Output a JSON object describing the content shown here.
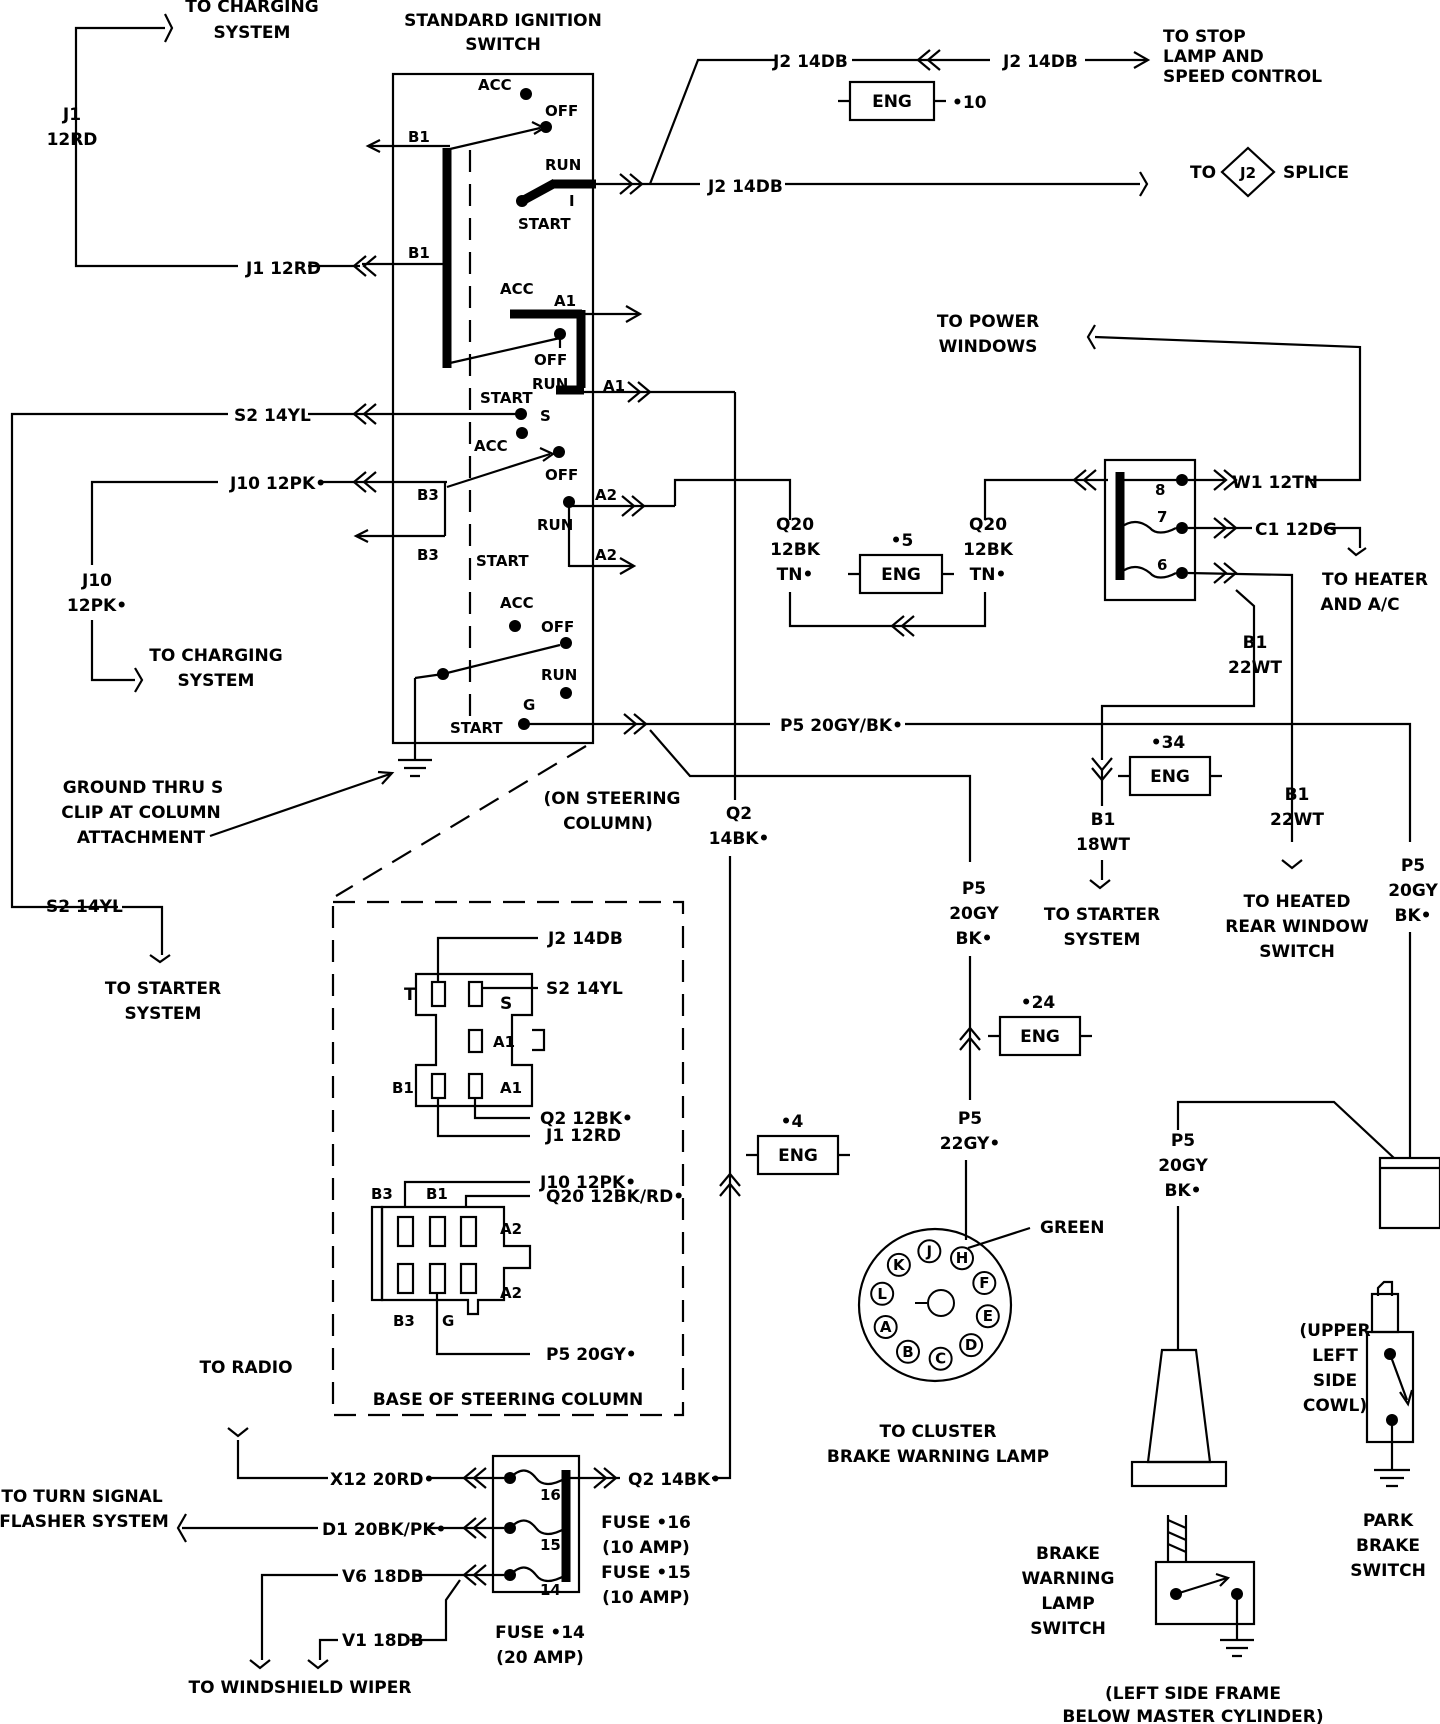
{
  "title": "STANDARD IGNITION SWITCH",
  "switch_labels": {
    "acc": "ACC",
    "off": "OFF",
    "run": "RUN",
    "start": "START",
    "i": "I",
    "b1": "B1",
    "b3": "B3",
    "a1": "A1",
    "a2": "A2",
    "s": "S",
    "g": "G"
  },
  "charging_top": "TO CHARGING\nSYSTEM",
  "charging_left": "TO CHARGING\nSYSTEM",
  "j1_vertical": "J1\n12RD",
  "j1_wire": "J1 12RD",
  "s2_wire": "S2 14YL",
  "j10_wire": "J10 12PK•",
  "j10_vertical": "J10\n12PK•",
  "stop_lamp": "TO STOP\nLAMP AND\nSPEED CONTROL",
  "j2_wire_a": "J2 14DB",
  "j2_wire_b": "J2 14DB",
  "j2_wire_c": "J2 14DB",
  "eng": "ENG",
  "eng10": "•10",
  "splice_to": "TO",
  "splice_id": "J2",
  "splice_word": "SPLICE",
  "power_windows": "TO POWER\nWINDOWS",
  "q20_left": "Q20\n12BK\nTN•",
  "q20_right": "Q20\n12BK\nTN•",
  "eng5": "•5",
  "relay": {
    "pin8": "8",
    "pin7": "7",
    "pin6": "6"
  },
  "w1_wire": "W1 12TN",
  "c1_wire": "C1 12DG",
  "heater": "TO HEATER\nAND A/C",
  "b1_22wt_a": "B1\n22WT",
  "b1_22wt_b": "B1\n22WT",
  "eng34": "•34",
  "b1_18wt": "B1\n18WT",
  "starter_right": "TO STARTER\nSYSTEM",
  "heated_rear": "TO HEATED\nREAR WINDOW\nSWITCH",
  "p5_wire_main": "P5 20GY/BK•",
  "p5_right": "P5\n20GY\nBK•",
  "p5_middle": "P5\n20GY\nBK•",
  "eng24": "•24",
  "p5_22gy": "P5\n22GY•",
  "green": "GREEN",
  "cluster_pins": [
    "A",
    "B",
    "C",
    "D",
    "E",
    "F",
    "H",
    "J",
    "K",
    "L"
  ],
  "cluster": "TO CLUSTER\nBRAKE WARNING LAMP",
  "ground_note": "GROUND THRU S\nCLIP AT COLUMN\nATTACHMENT",
  "steering_col": "(ON STEERING\nCOLUMN)",
  "q2_vertical": "Q2\n14BK•",
  "starter_left": "TO STARTER\nSYSTEM",
  "conn_top": {
    "j2": "J2 14DB",
    "s2": "S2 14YL",
    "q2": "Q2 12BK•",
    "j1": "J1 12RD",
    "t": "T",
    "s": "S",
    "a1a": "A1",
    "a1b": "A1",
    "b1": "B1"
  },
  "conn_bot": {
    "j10": "J10 12PK•",
    "q20": "Q20 12BK/RD•",
    "p5": "P5 20GY•",
    "b3a": "B3",
    "b1": "B1",
    "a2a": "A2",
    "a2b": "A2",
    "b3b": "B3",
    "g": "G"
  },
  "base_title": "BASE OF STEERING COLUMN",
  "eng4": "•4",
  "radio": "TO RADIO",
  "x12_wire": "X12 20RD•",
  "q2_fuse": "Q2 14BK•",
  "turn_signal": "TO TURN SIGNAL\nFLASHER SYSTEM",
  "d1_wire": "D1 20BK/PK•",
  "v6_wire": "V6 18DB",
  "v1_wire": "V1 18DB",
  "wiper": "TO WINDSHIELD WIPER",
  "fuses": {
    "f16": "16",
    "f15": "15",
    "f14": "14"
  },
  "fuse_16_15": "FUSE •16\n(10 AMP)\nFUSE •15\n(10 AMP)",
  "fuse_14": "FUSE •14\n(20 AMP)",
  "p5_brake": "P5\n20GY\nBK•",
  "upper_left": "(UPPER\nLEFT\nSIDE\nCOWL)",
  "park_brake": "PARK\nBRAKE\nSWITCH",
  "brake_warning": "BRAKE\nWARNING\nLAMP\nSWITCH",
  "left_frame": "(LEFT SIDE FRAME\nBELOW MASTER CYLINDER)"
}
